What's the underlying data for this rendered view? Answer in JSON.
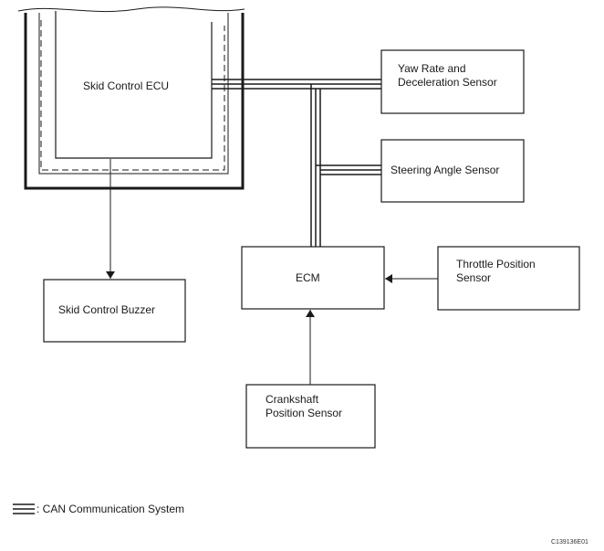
{
  "components": {
    "skid_control_ecu": "Skid Control ECU",
    "yaw_rate_sensor": "Yaw Rate and\nDeceleration Sensor",
    "steering_angle_sensor": "Steering Angle Sensor",
    "ecm": "ECM",
    "throttle_position_sensor": "Throttle Position\nSensor",
    "skid_control_buzzer": "Skid Control Buzzer",
    "crankshaft_position_sensor": "Crankshaft\nPosition Sensor"
  },
  "legend": {
    "symbol": "can-bus-triple-line-icon",
    "label": ": CAN Communication System"
  },
  "part_code": "C139136E01"
}
